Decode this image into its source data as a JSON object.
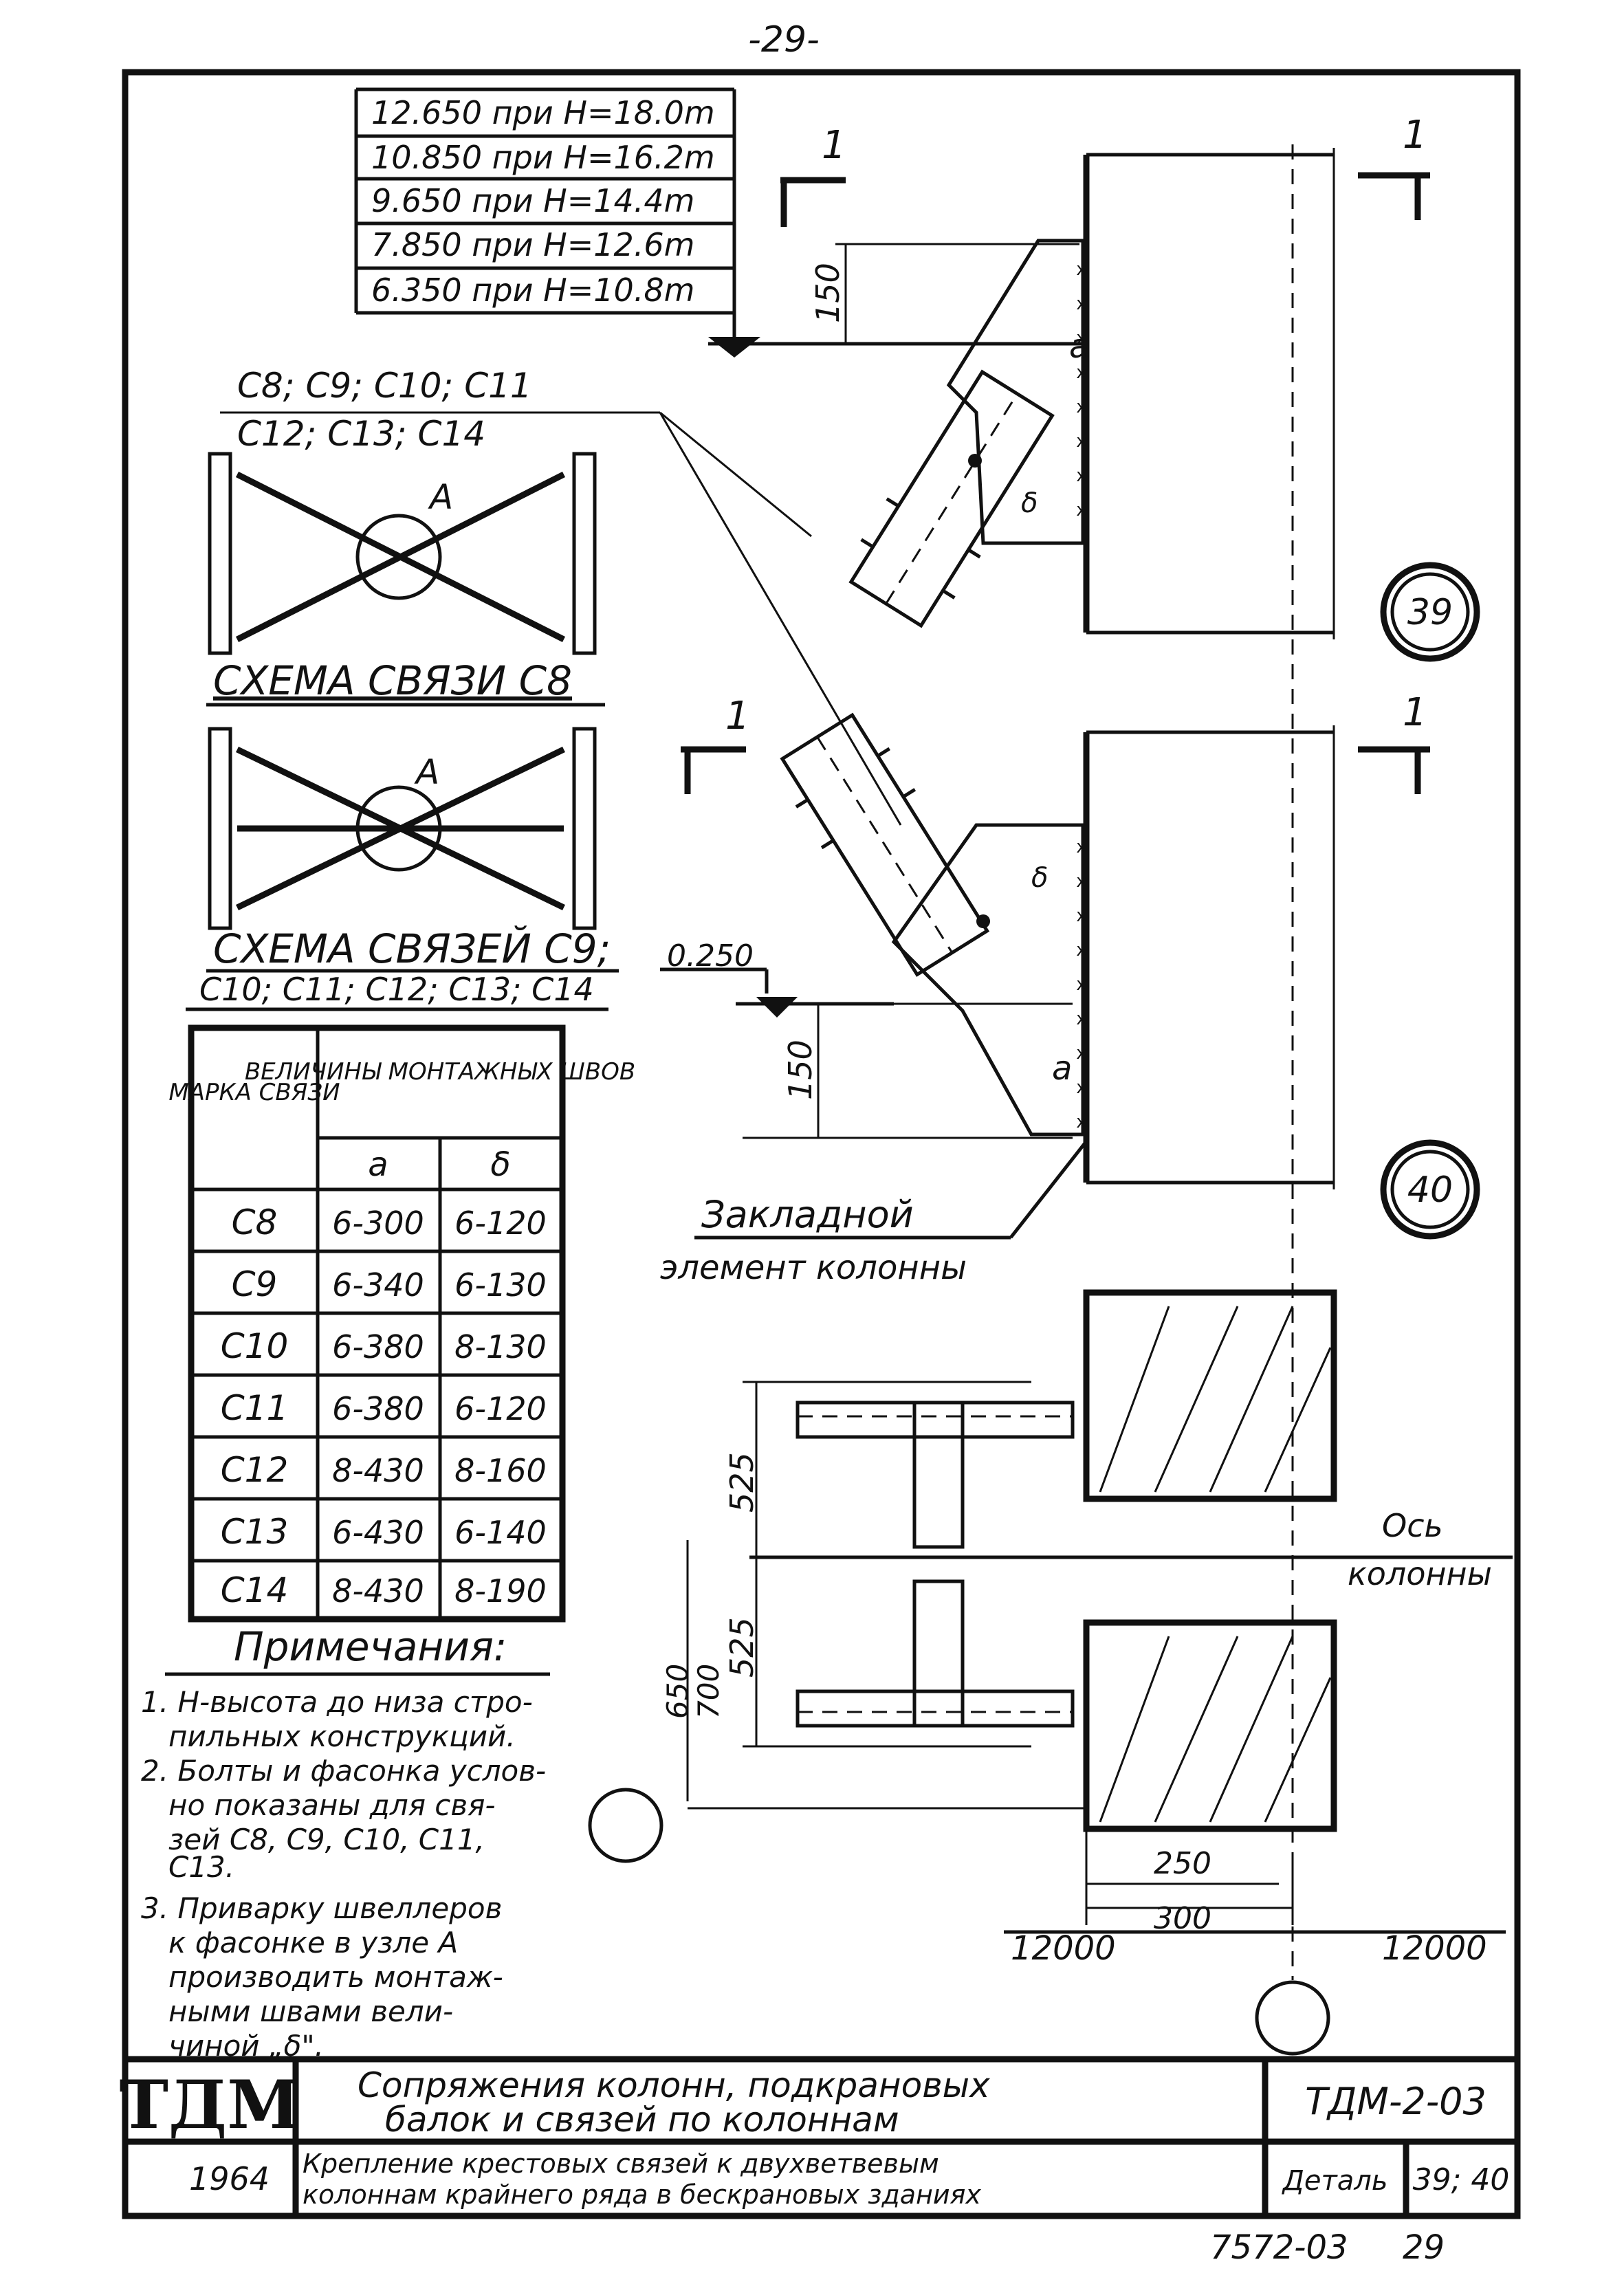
{
  "page_number": "-29-",
  "levels": [
    "12.650 при H=18.0m",
    "10.850 при H=16.2m",
    "9.650 при H=14.4m",
    "7.850 при H=12.6m",
    "6.350 при H=10.8m"
  ],
  "braces_label": {
    "line1": "C8; C9; C10; C11",
    "line2": "C12; C13; C14"
  },
  "scheme1": {
    "title": "СХЕМА СВЯЗИ С8",
    "node": "A"
  },
  "scheme2": {
    "title": "СХЕМА СВЯЗЕЙ С9;",
    "title2": "С10; С11; С12; С13; С14",
    "node": "A"
  },
  "section_mark": "1",
  "weld_labels": {
    "a": "a",
    "b": "δ"
  },
  "dims": {
    "d150_top": "150",
    "d150_bot": "150",
    "level_0250": "0.250",
    "d525_top": "525",
    "d525_bot": "525",
    "d650": "650",
    "d700": "700",
    "d250": "250",
    "d300": "300",
    "span_left": "12000",
    "span_right": "12000"
  },
  "node_numbers": {
    "n39": "39",
    "n40": "40"
  },
  "embedded_label": {
    "line1": "Закладной",
    "line2": "элемент колонны"
  },
  "axis_label": {
    "line1": "Ось",
    "line2": "колонны"
  },
  "table": {
    "header_mark": "МАРКА СВЯЗИ",
    "header_values": "ВЕЛИЧИНЫ МОНТАЖНЫХ ШВОВ",
    "col_a": "a",
    "col_b": "δ",
    "rows": [
      {
        "mark": "C8",
        "a": "6-300",
        "b": "6-120"
      },
      {
        "mark": "C9",
        "a": "6-340",
        "b": "6-130"
      },
      {
        "mark": "C10",
        "a": "6-380",
        "b": "8-130"
      },
      {
        "mark": "C11",
        "a": "6-380",
        "b": "6-120"
      },
      {
        "mark": "C12",
        "a": "8-430",
        "b": "8-160"
      },
      {
        "mark": "C13",
        "a": "6-430",
        "b": "6-140"
      },
      {
        "mark": "C14",
        "a": "8-430",
        "b": "8-190"
      }
    ]
  },
  "notes": {
    "title": "Примечания:",
    "lines": [
      "1. H-высота до низа стро-",
      "пильных конструкций.",
      "2. Болты и фасонка услов-",
      "но показаны для свя-",
      "зей C8, C9, C10, C11,",
      "C13.",
      "3. Приварку швеллеров",
      "к фасонке в узле A",
      "производить монтаж-",
      "ными швами вели-",
      "чиной „δ\"."
    ]
  },
  "title_block": {
    "logo": "ТДМ",
    "year": "1964",
    "title_line1": "Сопряжения колонн, подкрановых",
    "title_line2": "балок и связей по колоннам",
    "sub_line1": "Крепление крестовых связей к двухветвевым",
    "sub_line2": "колоннам крайнего ряда в бескрановых зданиях",
    "code": "ТДМ-2-03",
    "detail_label": "Деталь",
    "detail_value": "39; 40"
  },
  "footer": {
    "sheet_code": "7572-03",
    "sheet_no": "29"
  }
}
